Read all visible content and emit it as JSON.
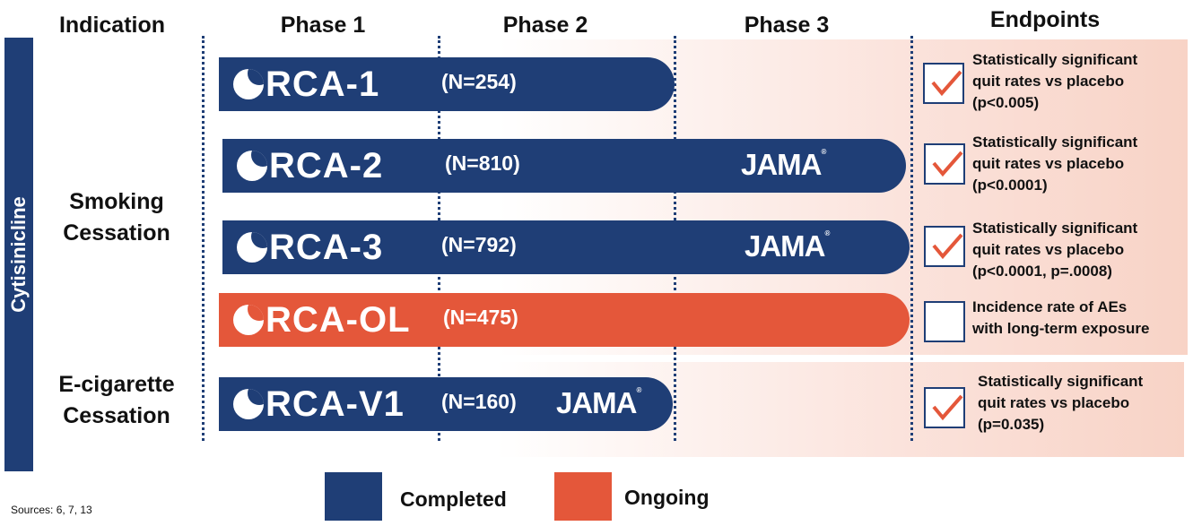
{
  "headers": {
    "indication": "Indication",
    "phase1": "Phase 1",
    "phase2": "Phase 2",
    "phase3": "Phase 3",
    "endpoints": "Endpoints"
  },
  "drug": "Cytisinicline",
  "indications": {
    "smoking": "Smoking\nCessation",
    "ecig": "E-cigarette\nCessation"
  },
  "trials": [
    {
      "name": "RCA-1",
      "n": "(N=254)",
      "jama": "",
      "status": "completed",
      "endpoint": [
        "Statistically significant",
        "quit rates vs placebo",
        "(p<0.005)"
      ],
      "checked": true
    },
    {
      "name": "RCA-2",
      "n": "(N=810)",
      "jama": "JAMA",
      "status": "completed",
      "endpoint": [
        "Statistically significant",
        "quit rates vs placebo",
        "(p<0.0001)"
      ],
      "checked": true
    },
    {
      "name": "RCA-3",
      "n": "(N=792)",
      "jama": "JAMA",
      "status": "completed",
      "endpoint": [
        "Statistically significant",
        "quit rates vs placebo",
        "(p<0.0001, p=.0008)"
      ],
      "checked": true
    },
    {
      "name": "RCA-OL",
      "n": "(N=475)",
      "jama": "",
      "status": "ongoing",
      "endpoint": [
        "Incidence rate of AEs",
        "with long-term exposure"
      ],
      "checked": false
    },
    {
      "name": "RCA-V1",
      "n": "(N=160)",
      "jama": "JAMA",
      "status": "completed",
      "endpoint": [
        "Statistically significant",
        "quit rates vs placebo",
        "(p=0.035)"
      ],
      "checked": true
    }
  ],
  "legend": {
    "completed": "Completed",
    "ongoing": "Ongoing"
  },
  "sources": "Sources: 6, 7, 13",
  "colors": {
    "completed": "#1f3e76",
    "ongoing": "#e4573a",
    "check": "#e4573a"
  }
}
